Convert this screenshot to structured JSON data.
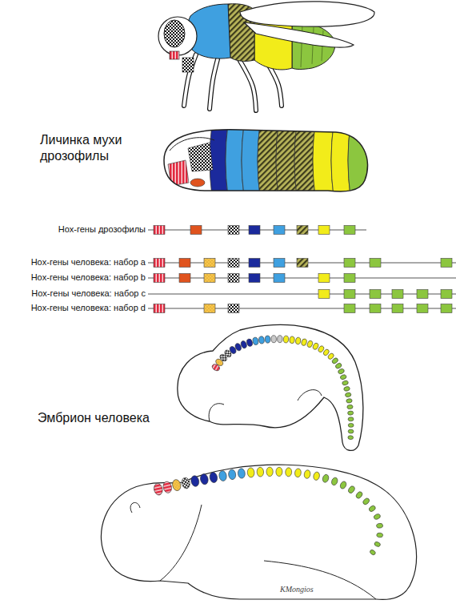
{
  "diagram": {
    "labels": [
      "Личинка мухи дрозофилы",
      "Hox-гены дрозофилы",
      "Hox-гены человека: набор a",
      "Hox-гены человека: набор b",
      "Hox-гены человека: набор c",
      "Hox-гены человека: набор d",
      "Эмбрион человека",
      "KMongios"
    ]
  }
}
